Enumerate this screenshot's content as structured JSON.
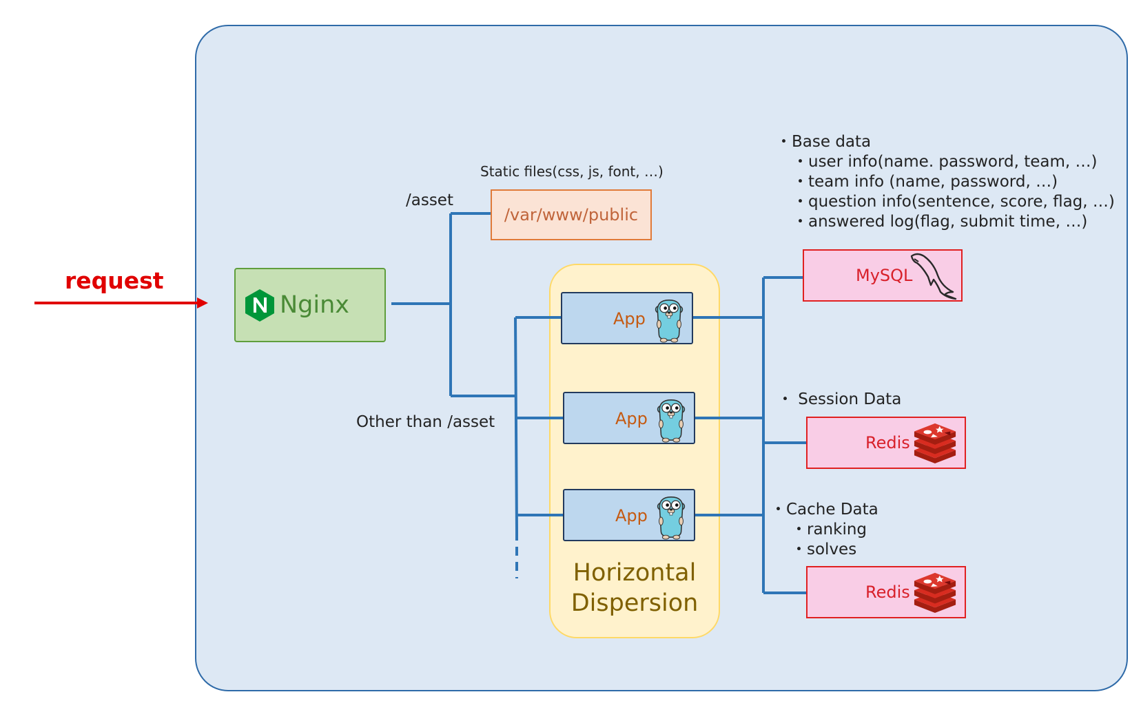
{
  "request": {
    "label": "request"
  },
  "nginx": {
    "label": "Nginx"
  },
  "routes": {
    "asset": "/asset",
    "other": "Other than /asset"
  },
  "static": {
    "caption": "Static files(css, js, font, …)",
    "path": "/var/www/public"
  },
  "apps": [
    {
      "label": "App"
    },
    {
      "label": "App"
    },
    {
      "label": "App"
    }
  ],
  "pool": {
    "line1": "Horizontal",
    "line2": "Dispersion"
  },
  "mysql": {
    "label": "MySQL",
    "notes": [
      "・Base data",
      "・user info(name. password, team, …)",
      "・team info (name, password, …)",
      "・question info(sentence, score, flag, …)",
      "・answered log(flag, submit time, …)"
    ]
  },
  "redis_session": {
    "label": "Redis",
    "note": "・ Session Data"
  },
  "redis_cache": {
    "label": "Redis",
    "notes": [
      "・Cache Data",
      "・ranking",
      "・solves"
    ]
  },
  "colors": {
    "wire": "#2e75b6",
    "request": "#e00000",
    "frame_bg": "#dde8f4",
    "nginx_fill": "#c6e0b4",
    "static_fill": "#fbe3d5",
    "pool_fill": "#fff2cc",
    "app_fill": "#bdd7ee",
    "db_fill": "#f9cde6"
  }
}
